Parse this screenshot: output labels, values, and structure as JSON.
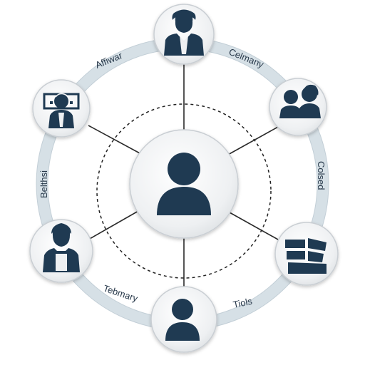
{
  "colors": {
    "ring": "#d6e0e6",
    "ring_stroke": "#c3cfd7",
    "icon": "#1f3a52",
    "line": "#2a2a2a",
    "label": "#27384a"
  },
  "center": {
    "icon": "person-icon"
  },
  "nodes": [
    {
      "id": "top",
      "icon": "person-shirt-icon"
    },
    {
      "id": "top-right",
      "icon": "two-people-icon"
    },
    {
      "id": "right",
      "icon": "layers-stack-icon"
    },
    {
      "id": "bottom",
      "icon": "person-icon"
    },
    {
      "id": "left",
      "icon": "person-apron-icon"
    },
    {
      "id": "top-left",
      "icon": "person-screen-icon"
    }
  ],
  "ring_labels": {
    "top_left": "Affiwar",
    "top_right": "Celmany",
    "left": "Belthsi",
    "right": "Colsed",
    "bottom_left": "Tebmary",
    "bottom_right": "Tiols"
  }
}
